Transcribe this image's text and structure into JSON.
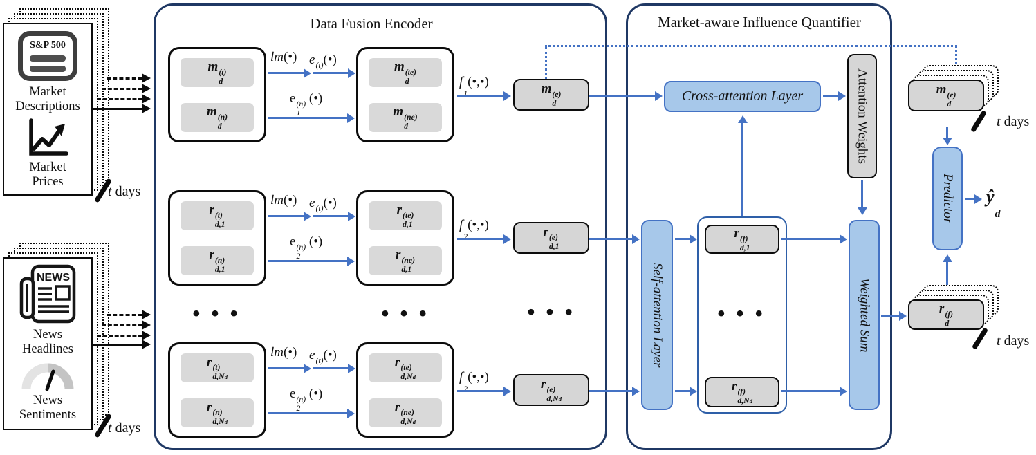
{
  "titles": {
    "encoder": "Data Fusion Encoder",
    "quantifier": "Market-aware Influence Quantifier"
  },
  "sources": {
    "market": {
      "badge": "S&P 500",
      "cap1a": "Market",
      "cap1b": "Descriptions",
      "cap2a": "Market",
      "cap2b": "Prices",
      "days": {
        "base": "t",
        "args": " days"
      }
    },
    "news": {
      "badge": "NEWS",
      "cap1a": "News",
      "cap1b": "Headlines",
      "cap2a": "News",
      "cap2b": "Sentiments",
      "days": {
        "base": "t",
        "args": " days"
      }
    }
  },
  "encoder": {
    "dots": "• • •",
    "rows": [
      {
        "in_top": {
          "base": "m",
          "sub": "d",
          "sup": "(t)"
        },
        "in_bot": {
          "base": "m",
          "sub": "d",
          "sup": "(n)"
        },
        "op_lm": {
          "base": "lm",
          "args": "(•)"
        },
        "op_t": {
          "base": "e",
          "sup": "(t)",
          "args": "(•)"
        },
        "op_n": {
          "base": "e",
          "roman": true,
          "sub": "1",
          "sup": "(n)",
          "args": " (•)"
        },
        "out_top": {
          "base": "m",
          "sub": "d",
          "sup": "(te)"
        },
        "out_bot": {
          "base": "m",
          "sub": "d",
          "sup": "(ne)"
        },
        "fuse": {
          "base": "f",
          "sub": "1",
          "args": "(•,•)"
        },
        "fused": {
          "base": "m",
          "sub": "d",
          "sup": "(e)"
        }
      },
      {
        "in_top": {
          "base": "r",
          "sub": "d,1",
          "sup": "(t)"
        },
        "in_bot": {
          "base": "r",
          "sub": "d,1",
          "sup": "(n)"
        },
        "op_lm": {
          "base": "lm",
          "args": "(•)"
        },
        "op_t": {
          "base": "e",
          "sup": "(t)",
          "args": "(•)"
        },
        "op_n": {
          "base": "e",
          "roman": true,
          "sub": "2",
          "sup": "(n)",
          "args": " (•)"
        },
        "out_top": {
          "base": "r",
          "sub": "d,1",
          "sup": "(te)"
        },
        "out_bot": {
          "base": "r",
          "sub": "d,1",
          "sup": "(ne)"
        },
        "fuse": {
          "base": "f",
          "sub": "2",
          "args": "(•,•)"
        },
        "fused": {
          "base": "r",
          "sub": "d,1",
          "sup": "(e)"
        }
      },
      {
        "in_top": {
          "base": "r",
          "sub": "d,N",
          "subsub": "d",
          "sup": "(t)"
        },
        "in_bot": {
          "base": "r",
          "sub": "d,N",
          "subsub": "d",
          "sup": "(n)"
        },
        "op_lm": {
          "base": "lm",
          "args": "(•)"
        },
        "op_t": {
          "base": "e",
          "sup": "(t)",
          "args": "(•)"
        },
        "op_n": {
          "base": "e",
          "roman": true,
          "sub": "2",
          "sup": "(n)",
          "args": " (•)"
        },
        "out_top": {
          "base": "r",
          "sub": "d,N",
          "subsub": "d",
          "sup": "(te)"
        },
        "out_bot": {
          "base": "r",
          "sub": "d,N",
          "subsub": "d",
          "sup": "(ne)"
        },
        "fuse": {
          "base": "f",
          "sub": "2",
          "args": "(•,•)"
        },
        "fused": {
          "base": "r",
          "sub": "d,N",
          "subsub": "d",
          "sup": "(e)"
        }
      }
    ]
  },
  "quantifier": {
    "self_attention": "Self-attention Layer",
    "cross_attention": "Cross-attention Layer",
    "attention_weights": "Attention Weights",
    "weighted_sum": "Weighted Sum",
    "dots": "• • •",
    "f_top": {
      "base": "r",
      "sub": "d,1",
      "sup": "(f)"
    },
    "f_bot": {
      "base": "r",
      "sub": "d,N",
      "subsub": "d",
      "sup": "(f)"
    }
  },
  "outputs": {
    "m_stack": {
      "base": "m",
      "sub": "d",
      "sup": "(e)"
    },
    "m_days": {
      "base": "t",
      "args": " days"
    },
    "predictor": "Predictor",
    "y_hat": {
      "base": "ŷ",
      "sub": "d"
    },
    "r_stack": {
      "base": "r",
      "sub": "d",
      "sup": "(f)"
    },
    "r_days": {
      "base": "t",
      "args": " days"
    }
  },
  "colors": {
    "arrow_blue": "#4472C4",
    "box_blue_fill": "#A7C8EA",
    "box_blue_border": "#4472C4",
    "container_navy": "#1F3864",
    "chip_gray": "#D9D9D9",
    "outbox_gray": "#D6D6D6"
  }
}
